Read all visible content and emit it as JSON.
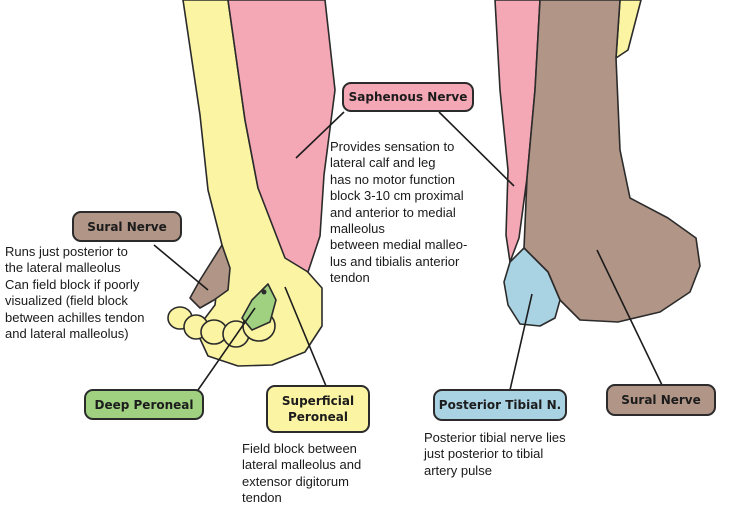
{
  "colors": {
    "saphenous": "#f4a7b4",
    "sural": "#b19586",
    "deep_peroneal": "#9fd181",
    "superficial_peroneal": "#fbf4a3",
    "posterior_tibial": "#a9d2e3",
    "outline": "#2b2b2b"
  },
  "labels": {
    "saphenous": "Saphenous Nerve",
    "sural_left": "Sural Nerve",
    "deep_peroneal": "Deep Peroneal",
    "superficial_peroneal": "Superficial\nPeroneal",
    "posterior_tibial": "Posterior Tibial N.",
    "sural_right": "Sural Nerve"
  },
  "notes": {
    "saphenous": "Provides sensation to\nlateral calf and leg\nhas no motor function\nblock 3-10 cm proximal\nand anterior to medial\nmalleolus\nbetween medial malleo-\nlus and tibialis anterior\ntendon",
    "sural": "Runs just posterior to\nthe lateral malleolus\nCan field block if poorly\nvisualized (field block\nbetween achilles tendon\nand lateral malleolus)",
    "superficial_peroneal": "Field block between\nlateral malleolus and\nextensor digitorum\ntendon",
    "posterior_tibial": "Posterior tibial nerve lies\njust posterior to tibial\nartery pulse"
  }
}
